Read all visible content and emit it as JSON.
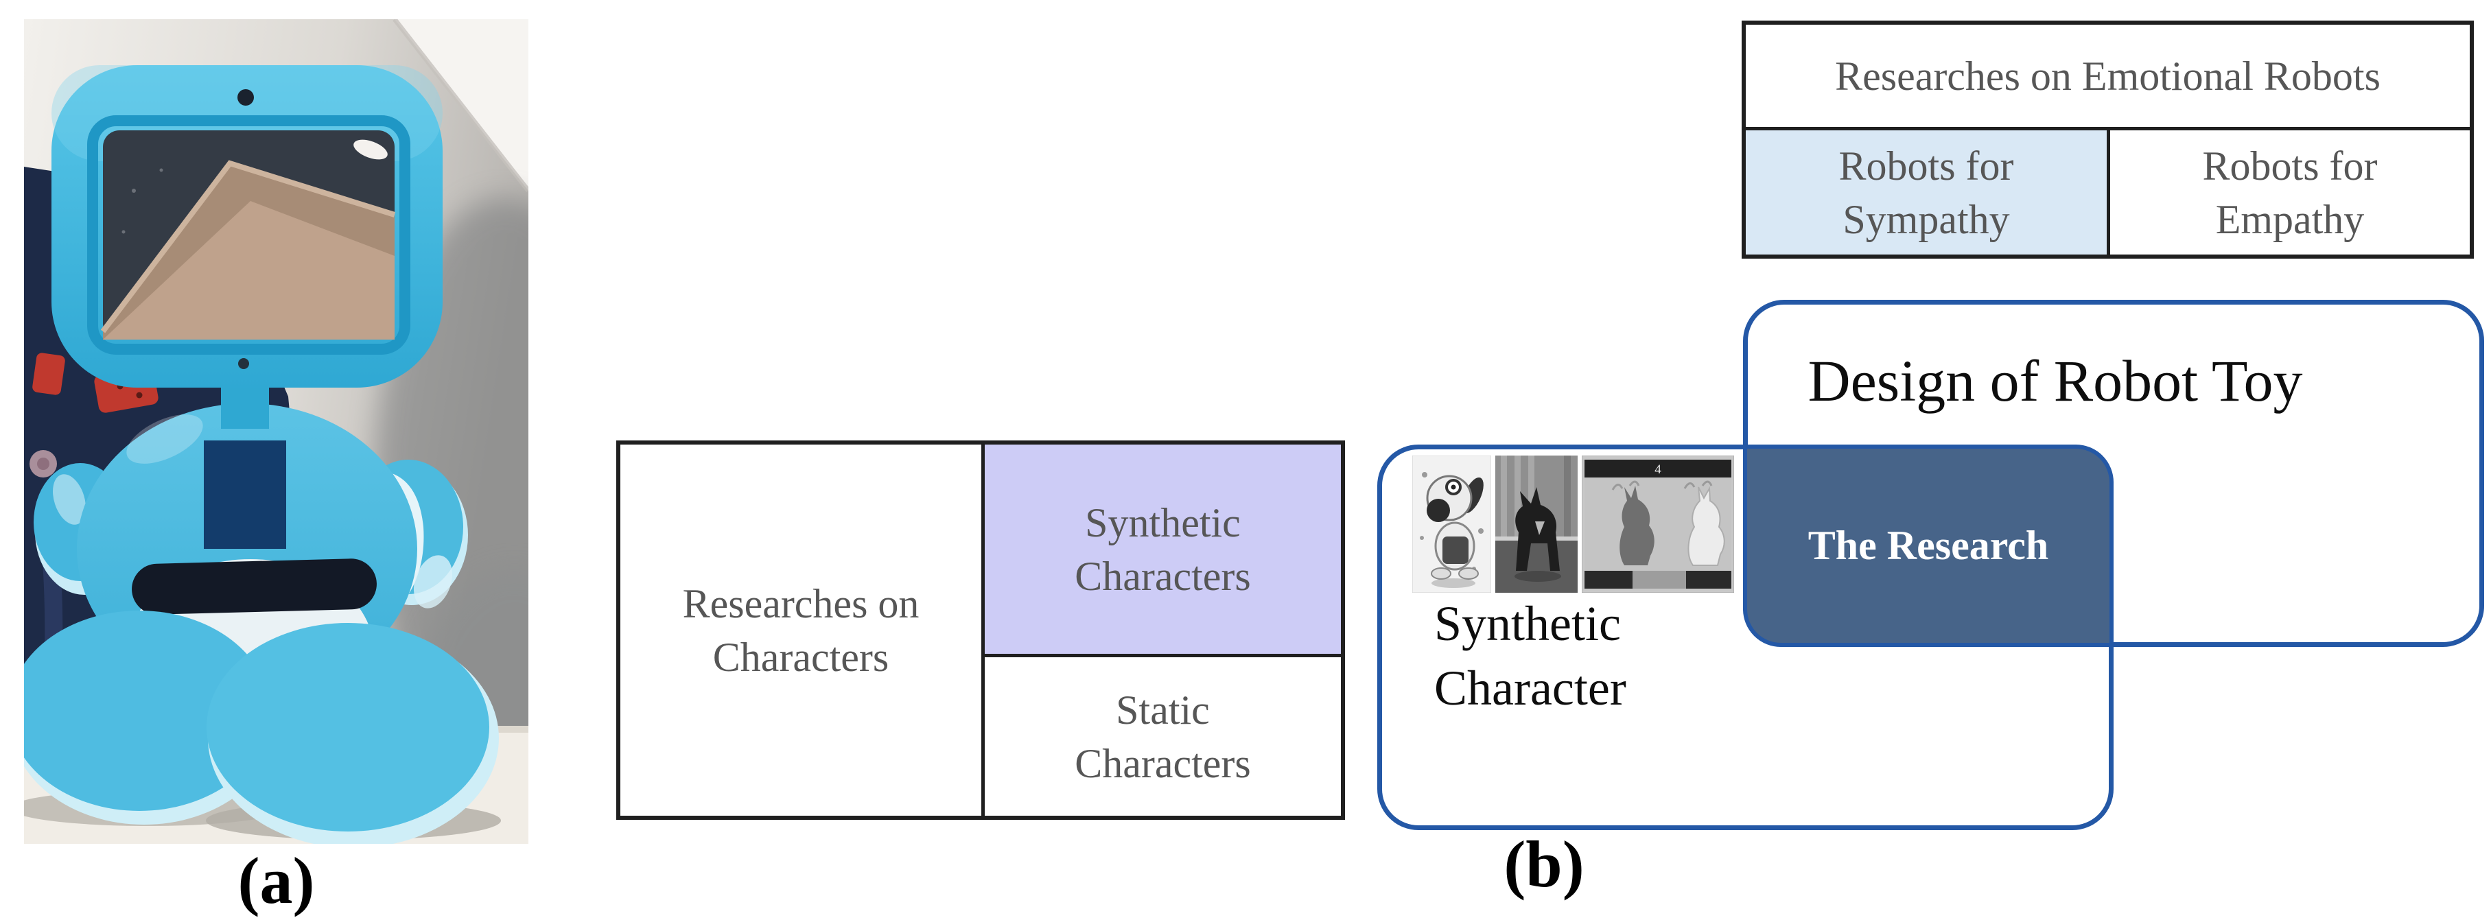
{
  "figure": {
    "panel_a": {
      "label": "(a)"
    },
    "panel_b": {
      "label": "(b)"
    }
  },
  "emotional_robots_table": {
    "header": "Researches on Emotional Robots",
    "cell_sympathy": "Robots for Sympathy",
    "cell_empathy": "Robots for Empathy"
  },
  "characters_table": {
    "row_header": "Researches on Characters",
    "cell_synthetic": "Synthetic Characters",
    "cell_static": "Static Characters"
  },
  "venn": {
    "design_label": "Design of Robot Toy",
    "overlap_label": "The Research",
    "synthetic_label": "Synthetic Character",
    "frame_number": "4",
    "thumbnails": [
      "cartoon-dog-sketch-thumbnail",
      "dog-photo-thumbnail",
      "animation-frames-thumbnail"
    ]
  },
  "colors": {
    "highlight_blue": "#d9e8f5",
    "highlight_purple": "#cdccf6",
    "overlap_fill": "#476489",
    "outline_blue": "#2458a6",
    "table_border": "#1f1f1f",
    "table_text": "#565656"
  }
}
